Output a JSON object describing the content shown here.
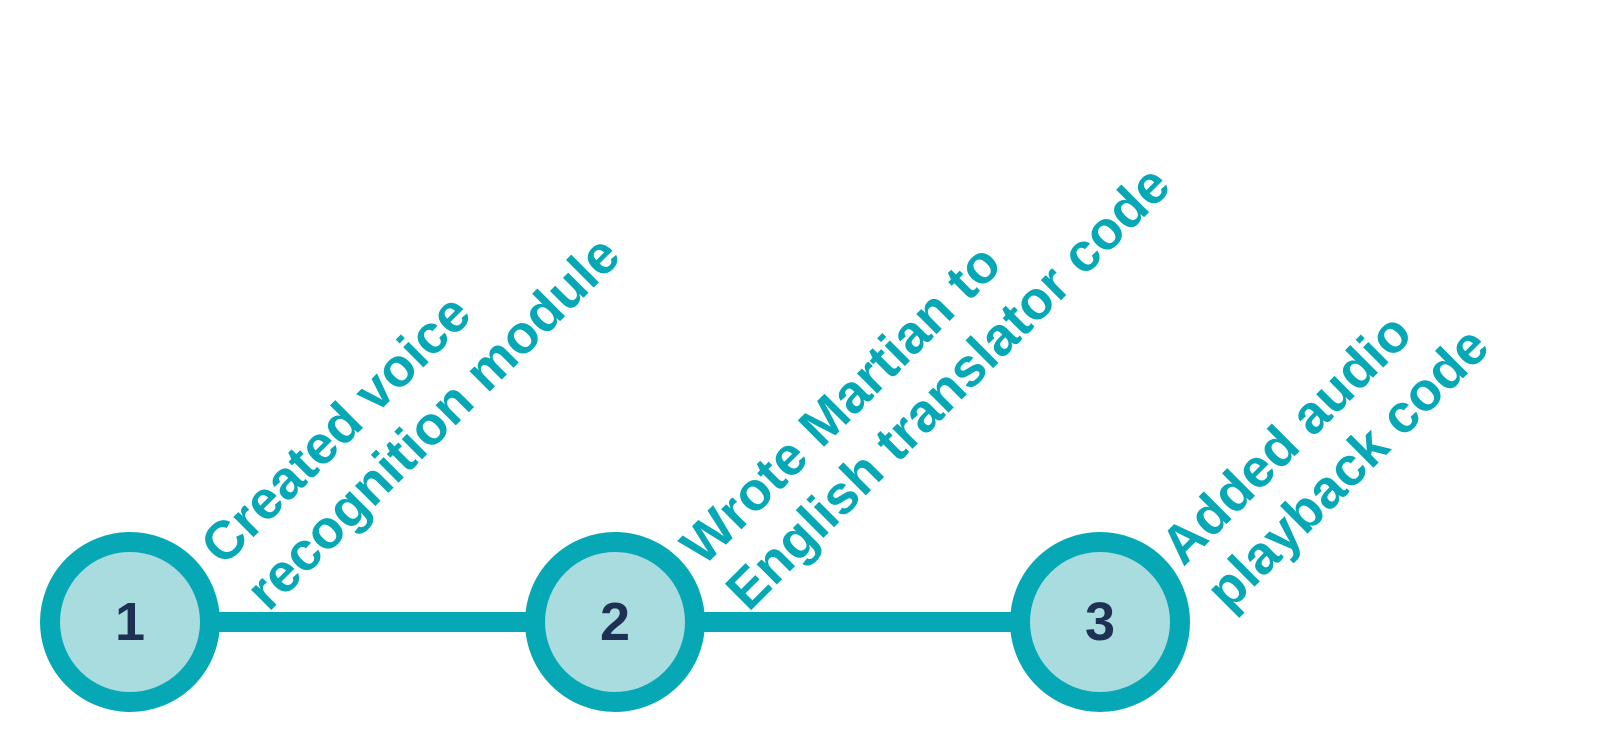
{
  "theme": {
    "accent": "#07a8b6",
    "circle_fill": "#a8dcdf",
    "number_color": "#1e3154"
  },
  "steps": [
    {
      "number": "1",
      "label_lines": [
        "Created voice",
        "recognition module"
      ]
    },
    {
      "number": "2",
      "label_lines": [
        "Wrote Martian to",
        "English translator code"
      ]
    },
    {
      "number": "3",
      "label_lines": [
        "Added audio",
        "playback code"
      ]
    }
  ]
}
